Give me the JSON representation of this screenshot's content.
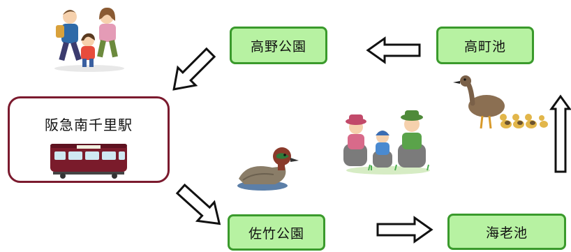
{
  "nodes": {
    "station": "阪急南千里駅",
    "takano_park": "高野公園",
    "takamachi_pond": "高町池",
    "sata_park": "佐竹公園",
    "ebi_pond": "海老池"
  },
  "colors": {
    "park_fill": "#b7f2a2",
    "park_border": "#3a9a2c",
    "station_border": "#7b1a2e",
    "train": "#7a1b2b"
  },
  "icons": [
    "family-walking-illustration",
    "hankyu-train-icon",
    "teal-duck-illustration",
    "picnic-group-illustration",
    "duck-family-illustration"
  ]
}
